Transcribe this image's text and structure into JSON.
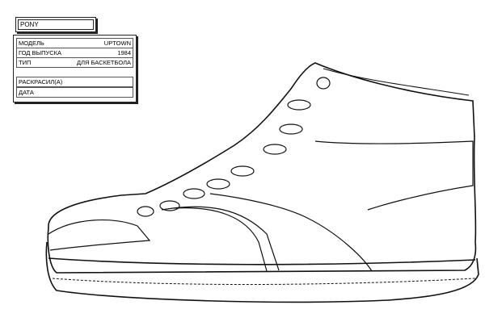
{
  "brand": "PONY",
  "info": {
    "model_label": "МОДЕЛЬ",
    "model_value": "UPTOWN",
    "year_label": "ГОД ВЫПУСКА",
    "year_value": "1984",
    "type_label": "ТИП",
    "type_value": "ДЛЯ БАСКЕТБОЛА",
    "colored_by_label": "РАСКРАСИЛ(А)",
    "date_label": "ДАТА"
  }
}
